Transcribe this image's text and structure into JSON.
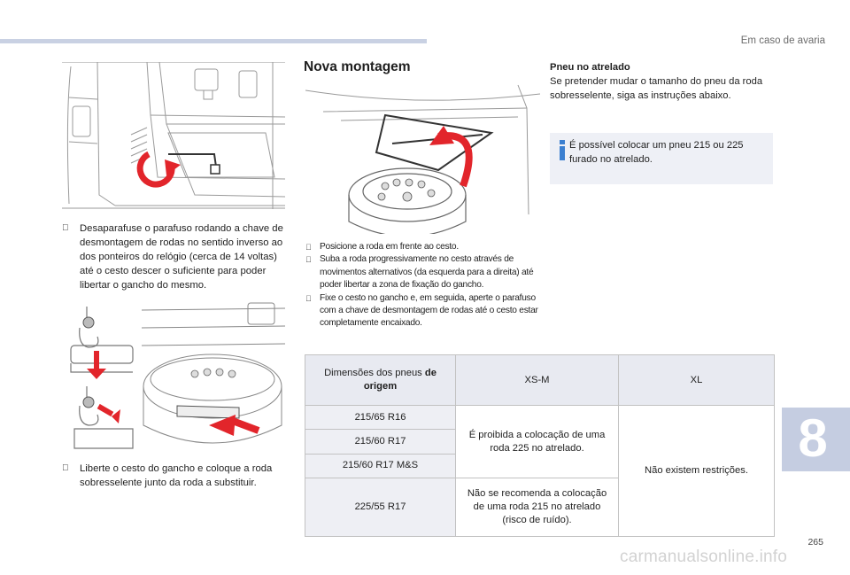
{
  "header": {
    "section_title": "Em caso de avaria"
  },
  "left": {
    "step1": {
      "bullet": "",
      "text": "Desaparafuse o parafuso rodando a chave de desmontagem de rodas no sentido inverso ao dos ponteiros do relógio (cerca de 14 voltas) até o cesto descer o suficiente para poder libertar o gancho do mesmo."
    },
    "step2": {
      "bullet": "",
      "text": "Liberte o cesto do gancho e coloque a roda sobresselente junto da roda a substituir."
    }
  },
  "middle": {
    "title": "Nova montagem",
    "steps": [
      {
        "bullet": "",
        "text": "Posicione a roda em frente ao cesto."
      },
      {
        "bullet": "",
        "text": "Suba a roda progressivamente no cesto através de movimentos alternativos (da esquerda para a direita) até poder libertar a zona de fixação do gancho."
      },
      {
        "bullet": "",
        "text": "Fixe o cesto no gancho e, em seguida, aperte o parafuso com a chave de desmontagem de rodas até o cesto estar completamente encaixado."
      }
    ]
  },
  "trailer": {
    "title": "Pneu no atrelado",
    "text": "Se pretender mudar o tamanho do pneu da roda sobresselente, siga as instruções abaixo.",
    "info": "É possível colocar um pneu 215 ou 225 furado no atrelado."
  },
  "table": {
    "header": {
      "col1_pre": "Dimensões dos pneus ",
      "col1_bold": "de origem",
      "col2": "XS-M",
      "col3": "XL"
    },
    "dims": [
      "215/65 R16",
      "215/60 R17",
      "215/60 R17 M&S",
      "225/55 R17"
    ],
    "xsm_a": "É proibida a colocação de uma roda 225 no atrelado.",
    "xsm_b": "Não se recomenda a colocação de uma roda 215 no atrelado (risco de ruído).",
    "xl": "Não existem restrições."
  },
  "chapter": "8",
  "page_number": "265",
  "watermark": "carmanualsonline.info",
  "colors": {
    "arrow_red": "#e2252b",
    "info_blue": "#3b7fd0",
    "chapter_tab": "#c5cde1",
    "table_header": "#e8eaf1"
  }
}
